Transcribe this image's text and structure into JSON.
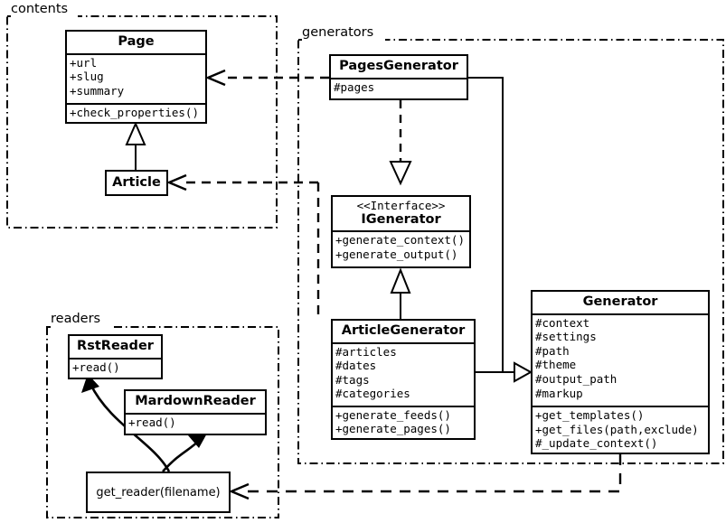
{
  "diagram": {
    "type": "uml-class-diagram",
    "packages": [
      {
        "id": "contents",
        "label": "contents"
      },
      {
        "id": "generators",
        "label": "generators"
      },
      {
        "id": "readers",
        "label": "readers"
      }
    ],
    "classes": {
      "page": {
        "name": "Page",
        "attributes": [
          "+url",
          "+slug",
          "+summary"
        ],
        "operations": [
          "+check_properties()"
        ]
      },
      "article": {
        "name": "Article",
        "attributes": [],
        "operations": []
      },
      "pages_generator": {
        "name": "PagesGenerator",
        "attributes": [
          "#pages"
        ],
        "operations": []
      },
      "igenerator": {
        "stereotype": "<<Interface>>",
        "name": "IGenerator",
        "attributes": [],
        "operations": [
          "+generate_context()",
          "+generate_output()"
        ]
      },
      "article_generator": {
        "name": "ArticleGenerator",
        "attributes": [
          "#articles",
          "#dates",
          "#tags",
          "#categories"
        ],
        "operations": [
          "+generate_feeds()",
          "+generate_pages()"
        ]
      },
      "generator": {
        "name": "Generator",
        "attributes": [
          "#context",
          "#settings",
          "#path",
          "#theme",
          "#output_path",
          "#markup"
        ],
        "operations": [
          "+get_templates()",
          "+get_files(path,exclude)",
          "#_update_context()"
        ]
      },
      "get_reader": {
        "name": "get_reader(filename)"
      },
      "rst_reader": {
        "name": "RstReader",
        "operations": [
          "+read()"
        ]
      },
      "mardown_reader": {
        "name": "MardownReader",
        "operations": [
          "+read()"
        ]
      }
    },
    "relations": [
      {
        "from": "article",
        "to": "page",
        "kind": "generalization"
      },
      {
        "from": "pages_generator",
        "to": "igenerator",
        "kind": "realization"
      },
      {
        "from": "article_generator",
        "to": "igenerator",
        "kind": "generalization"
      },
      {
        "from": "pages_generator",
        "to": "generator",
        "kind": "generalization"
      },
      {
        "from": "article_generator",
        "to": "generator",
        "kind": "generalization"
      },
      {
        "from": "pages_generator",
        "to": "page",
        "kind": "dependency"
      },
      {
        "from": "article_generator",
        "to": "article",
        "kind": "dependency"
      },
      {
        "from": "generator",
        "to": "get_reader",
        "kind": "dependency"
      },
      {
        "from": "get_reader",
        "to": "rst_reader",
        "kind": "creates"
      },
      {
        "from": "get_reader",
        "to": "mardown_reader",
        "kind": "creates"
      }
    ],
    "colors": {
      "stroke": "#000000",
      "fill": "#ffffff"
    }
  }
}
